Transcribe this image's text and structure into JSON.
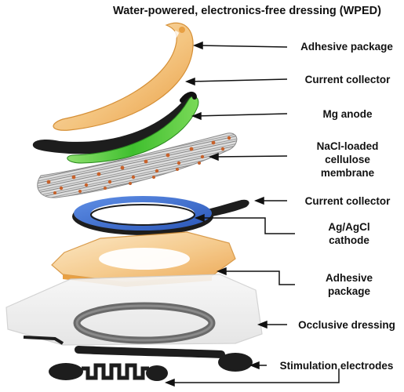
{
  "title": "Water-powered, electronics-free dressing (WPED)",
  "layers": {
    "adhesive_top": "Adhesive package",
    "current_collector_top": "Current collector",
    "mg_anode": "Mg anode",
    "cellulose_line1": "NaCl-loaded",
    "cellulose_line2": "cellulose",
    "cellulose_line3": "membrane",
    "current_collector_bottom": "Current collector",
    "cathode_line1": "Ag/AgCl",
    "cathode_line2": "cathode",
    "adhesive_bottom_line1": "Adhesive",
    "adhesive_bottom_line2": "package",
    "occlusive": "Occlusive dressing",
    "electrodes": "Stimulation electrodes"
  },
  "colors": {
    "adhesive": "#f0b45a",
    "mg_anode": "#4cc43a",
    "collector": "#1d1d1d",
    "cathode": "#2f63c9",
    "fiber_dot": "#c7612a"
  }
}
